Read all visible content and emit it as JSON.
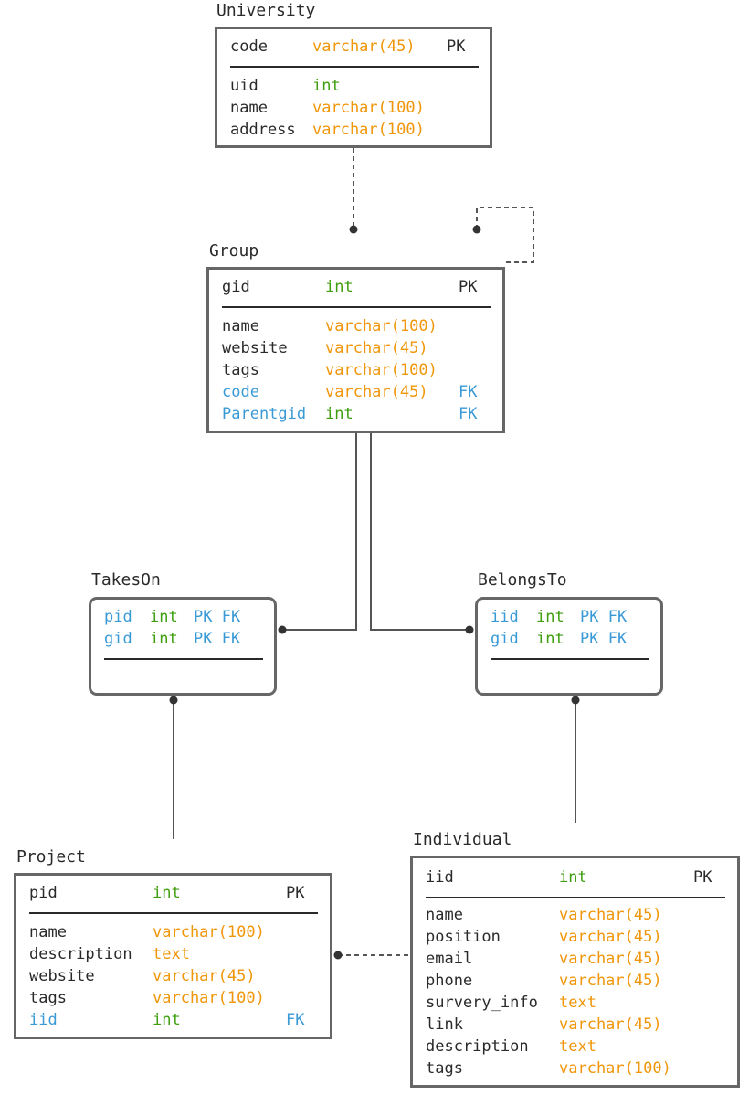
{
  "diagram": {
    "colors": {
      "name": "#2a2a2a",
      "varchar": "#f0960a",
      "int": "#3e9e0f",
      "foreign": "#3a9ad6",
      "border": "#666666"
    },
    "tables": {
      "university": {
        "title": "University",
        "pk_row": {
          "name": "code",
          "type": "varchar(45)",
          "key": "PK"
        },
        "rows": [
          {
            "name": "uid",
            "type": "int",
            "key": ""
          },
          {
            "name": "name",
            "type": "varchar(100)",
            "key": ""
          },
          {
            "name": "address",
            "type": "varchar(100)",
            "key": ""
          }
        ]
      },
      "group": {
        "title": "Group",
        "pk_row": {
          "name": "gid",
          "type": "int",
          "key": "PK"
        },
        "rows": [
          {
            "name": "name",
            "type": "varchar(100)",
            "key": ""
          },
          {
            "name": "website",
            "type": "varchar(45)",
            "key": ""
          },
          {
            "name": "tags",
            "type": "varchar(100)",
            "key": ""
          },
          {
            "name": "code",
            "type": "varchar(45)",
            "key": "FK"
          },
          {
            "name": "Parentgid",
            "type": "int",
            "key": "FK"
          }
        ]
      },
      "takeson": {
        "title": "TakesOn",
        "rows": [
          {
            "name": "pid",
            "type": "int",
            "key": "PK FK"
          },
          {
            "name": "gid",
            "type": "int",
            "key": "PK FK"
          }
        ]
      },
      "belongsto": {
        "title": "BelongsTo",
        "rows": [
          {
            "name": "iid",
            "type": "int",
            "key": "PK FK"
          },
          {
            "name": "gid",
            "type": "int",
            "key": "PK FK"
          }
        ]
      },
      "project": {
        "title": "Project",
        "pk_row": {
          "name": "pid",
          "type": "int",
          "key": "PK"
        },
        "rows": [
          {
            "name": "name",
            "type": "varchar(100)",
            "key": ""
          },
          {
            "name": "description",
            "type": "text",
            "key": ""
          },
          {
            "name": "website",
            "type": "varchar(45)",
            "key": ""
          },
          {
            "name": "tags",
            "type": "varchar(100)",
            "key": ""
          },
          {
            "name": "iid",
            "type": "int",
            "key": "FK"
          }
        ]
      },
      "individual": {
        "title": "Individual",
        "pk_row": {
          "name": "iid",
          "type": "int",
          "key": "PK"
        },
        "rows": [
          {
            "name": "name",
            "type": "varchar(45)",
            "key": ""
          },
          {
            "name": "position",
            "type": "varchar(45)",
            "key": ""
          },
          {
            "name": "email",
            "type": "varchar(45)",
            "key": ""
          },
          {
            "name": "phone",
            "type": "varchar(45)",
            "key": ""
          },
          {
            "name": "survery_info",
            "type": "text",
            "key": ""
          },
          {
            "name": "link",
            "type": "varchar(45)",
            "key": ""
          },
          {
            "name": "description",
            "type": "text",
            "key": ""
          },
          {
            "name": "tags",
            "type": "varchar(100)",
            "key": ""
          }
        ]
      }
    }
  }
}
